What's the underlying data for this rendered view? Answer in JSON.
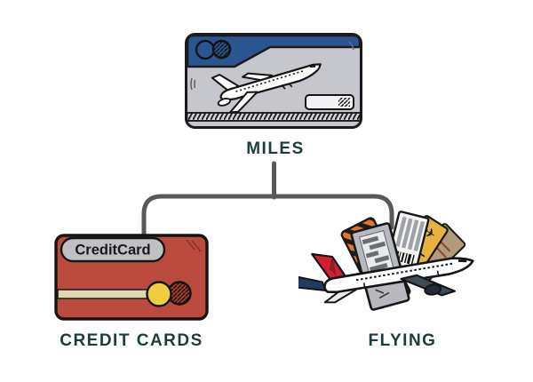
{
  "diagram": {
    "type": "tree",
    "root": "MILES",
    "children": [
      "CREDIT CARDS",
      "FLYING"
    ],
    "nodes": {
      "miles": {
        "label": "MILES"
      },
      "credit_cards": {
        "label": "CREDIT CARDS",
        "card_text": "CreditCard"
      },
      "flying": {
        "label": "FLYING"
      }
    },
    "colors": {
      "background": "#ffffff",
      "label_text": "#1d3c3b",
      "connector": "#58595b",
      "outline": "#1b1b1d",
      "miles_card_band": "#2b5591",
      "miles_card_body": "#c5c7cd",
      "signature_box": "#f2f3f5",
      "credit_card_body": "#bb4b3e",
      "credit_card_pill": "#bfc1c5",
      "credit_card_stripe": "#ded7b4",
      "circle_yellow": "#f2cd3e",
      "circle_red_hatched": "#a93b30",
      "ticket_orange": "#e0762b",
      "ticket_gray": "#b7b9bf",
      "ticket_white": "#f5f5f4",
      "ticket_yellow": "#e8b33c",
      "ticket_tan": "#b29a7a",
      "plane_tail_red": "#d22030",
      "plane_tail_dark_red": "#8f1b26",
      "plane_tail_navy": "#1f3a63",
      "plane_wing": "#3e4d55"
    }
  }
}
